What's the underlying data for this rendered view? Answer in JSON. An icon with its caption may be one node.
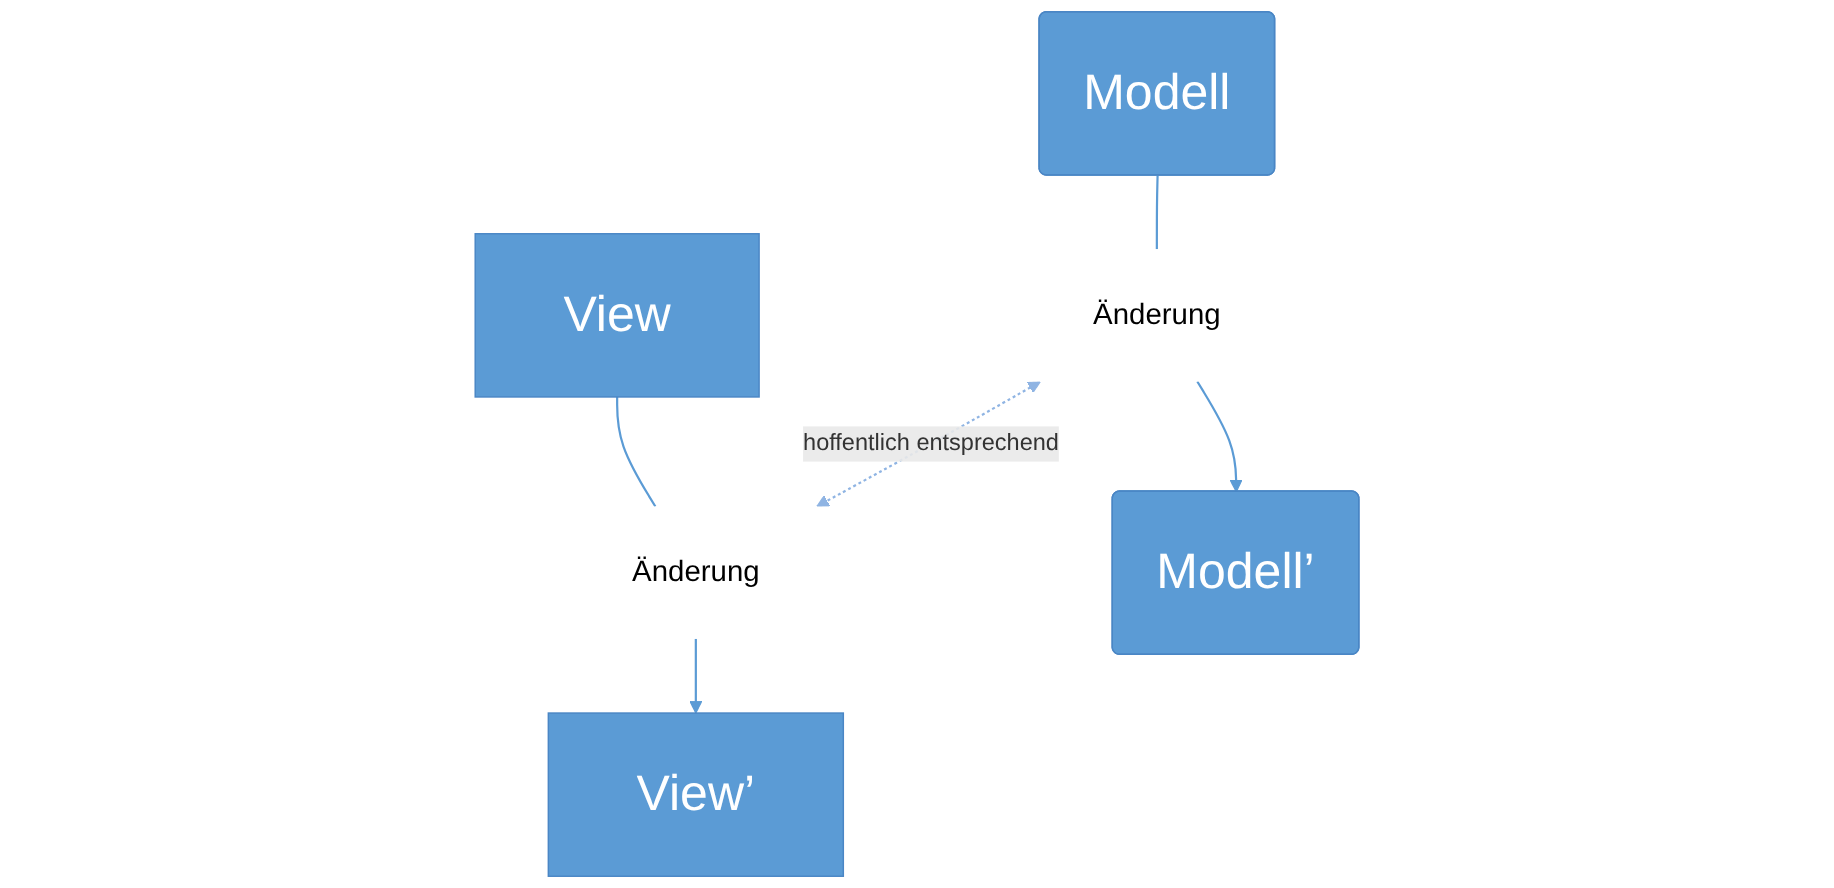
{
  "diagram": {
    "nodes": [
      {
        "text": [
          "Modell"
        ]
      },
      {
        "text": [
          "View"
        ]
      },
      {
        "text": [
          "Änderung"
        ]
      },
      {
        "text": [
          "Änderung"
        ]
      },
      {
        "text": [
          "Modell’"
        ]
      },
      {
        "text": [
          "View’"
        ]
      }
    ],
    "edges": [
      {
        "from": 0,
        "to": 2,
        "arrow": "none"
      },
      {
        "from": 2,
        "to": 4,
        "arrow": "to"
      },
      {
        "from": 1,
        "to": 3,
        "arrow": "none"
      },
      {
        "from": 3,
        "to": 5,
        "arrow": "to"
      },
      {
        "from": 2,
        "to": 3,
        "arrow": "both",
        "label": "hoffentlich entsprechend",
        "style": "dashed",
        "color": "#8fb4e3"
      }
    ]
  }
}
